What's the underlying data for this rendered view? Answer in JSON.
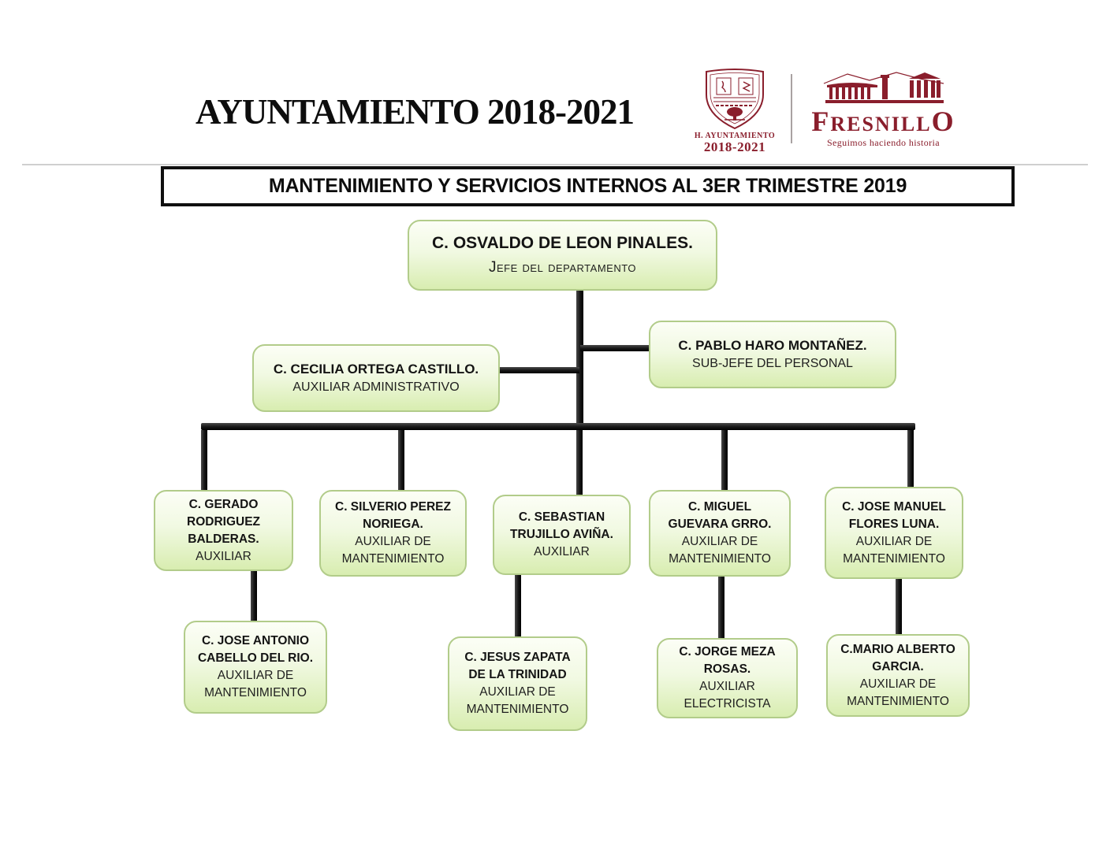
{
  "header": {
    "title": "AYUNTAMIENTO 2018-2021",
    "crest": {
      "caption_line1": "H. AYUNTAMIENTO",
      "caption_line2": "2018-2021"
    },
    "fresnillo": {
      "wordmark_first": "F",
      "wordmark_mid": "RESNILL",
      "wordmark_last": "O",
      "tagline": "Seguimos haciendo historia"
    }
  },
  "banner": {
    "text": "MANTENIMIENTO Y SERVICIOS INTERNOS AL 3ER TRIMESTRE 2019"
  },
  "colors": {
    "brand_maroon": "#8a1e2c",
    "node_border": "#b2cc8a",
    "node_fill_top": "#fcfef6",
    "node_fill_bottom": "#d8edb0",
    "connector": "#1c1c1c"
  },
  "chart": {
    "type": "org_chart",
    "title": "MANTENIMIENTO Y SERVICIOS INTERNOS AL 3ER TRIMESTRE 2019",
    "nodes": [
      {
        "id": "osvaldo",
        "name": "C. OSVALDO DE LEON PINALES.",
        "role": "Jefe del departamento",
        "reports_to": null
      },
      {
        "id": "cecilia",
        "name": "C. CECILIA ORTEGA CASTILLO.",
        "role": "AUXILIAR ADMINISTRATIVO",
        "reports_to": "osvaldo"
      },
      {
        "id": "pablo",
        "name": "C. PABLO HARO MONTAÑEZ.",
        "role": "SUB-JEFE DEL PERSONAL",
        "reports_to": "osvaldo"
      },
      {
        "id": "gerado",
        "name": "C. GERADO RODRIGUEZ BALDERAS.",
        "role": "AUXILIAR",
        "reports_to": "osvaldo"
      },
      {
        "id": "silverio",
        "name": "C. SILVERIO PEREZ NORIEGA.",
        "role": "AUXILIAR DE MANTENIMIENTO",
        "reports_to": "osvaldo"
      },
      {
        "id": "sebastian",
        "name": "C. SEBASTIAN TRUJILLO AVIÑA.",
        "role": "AUXILIAR",
        "reports_to": "osvaldo"
      },
      {
        "id": "miguel",
        "name": "C. MIGUEL GUEVARA GRRO.",
        "role": "AUXILIAR DE MANTENIMIENTO",
        "reports_to": "osvaldo"
      },
      {
        "id": "josemanuel",
        "name": "C. JOSE MANUEL FLORES LUNA.",
        "role": "AUXILIAR DE MANTENIMIENTO",
        "reports_to": "osvaldo"
      },
      {
        "id": "joseantonio",
        "name": "C. JOSE ANTONIO CABELLO DEL RIO.",
        "role": "AUXILIAR DE MANTENIMIENTO",
        "reports_to": "gerado"
      },
      {
        "id": "jesus",
        "name": "C. JESUS ZAPATA DE LA TRINIDAD",
        "role": "AUXILIAR DE MANTENIMIENTO",
        "reports_to": "sebastian"
      },
      {
        "id": "jorge",
        "name": "C. JORGE MEZA ROSAS.",
        "role": "AUXILIAR ELECTRICISTA",
        "reports_to": "miguel"
      },
      {
        "id": "mario",
        "name": "C.MARIO ALBERTO GARCIA.",
        "role": "AUXILIAR DE MANTENIMIENTO",
        "reports_to": "josemanuel"
      }
    ]
  }
}
